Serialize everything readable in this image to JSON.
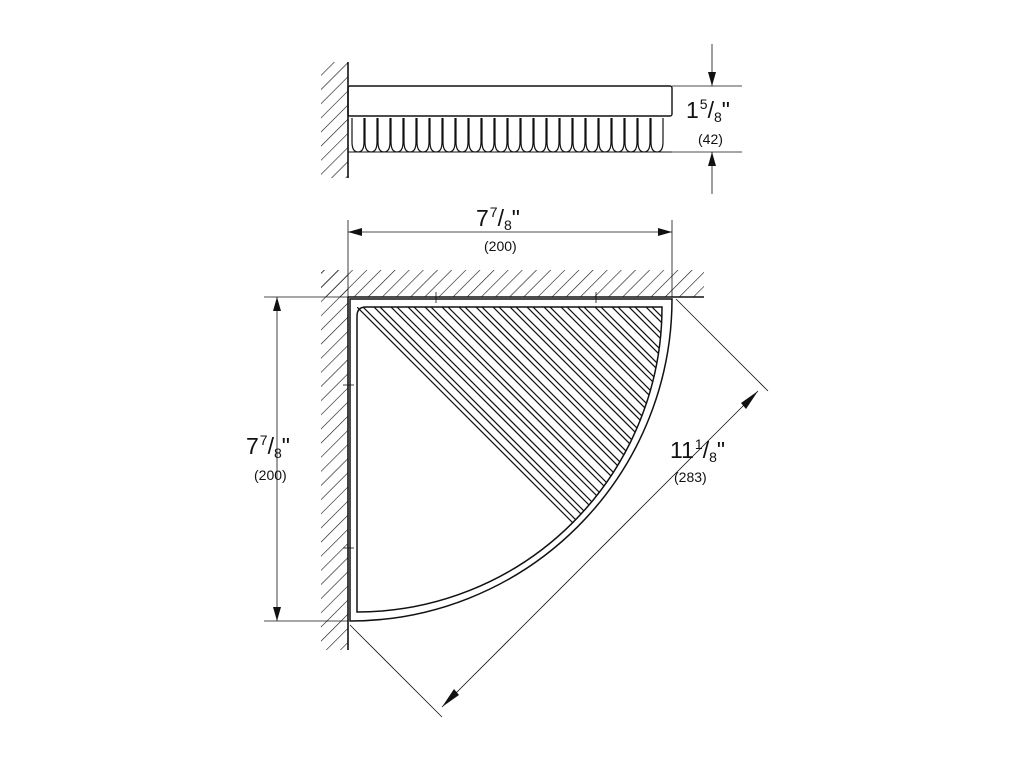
{
  "dimensions": {
    "height": {
      "whole": "1",
      "numerator": "5",
      "denominator": "8",
      "inch_mark": "\"",
      "metric": "(42)"
    },
    "width": {
      "whole": "7",
      "numerator": "7",
      "denominator": "8",
      "inch_mark": "\"",
      "metric": "(200)"
    },
    "depth": {
      "whole": "7",
      "numerator": "7",
      "denominator": "8",
      "inch_mark": "\"",
      "metric": "(200)"
    },
    "diagonal": {
      "whole": "11",
      "numerator": "1",
      "denominator": "8",
      "inch_mark": "\"",
      "metric": "(283)"
    }
  }
}
